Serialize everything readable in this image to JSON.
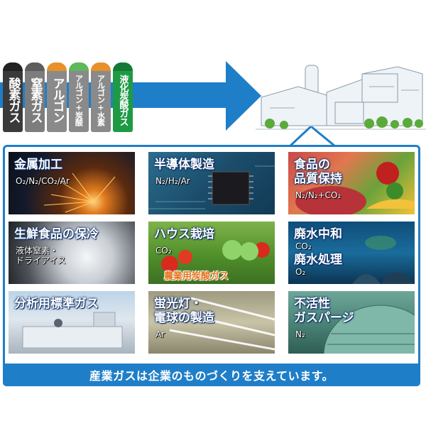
{
  "cylinders": [
    {
      "label": "酸素ガス",
      "body": "#3a3a3a",
      "band": "#222222",
      "size": "big"
    },
    {
      "label": "窒素ガス",
      "body": "#7d7d7d",
      "band": "#5e5e5e",
      "size": "big"
    },
    {
      "label": "アルゴン",
      "body": "#8a8a8a",
      "band": "#e8902a",
      "size": "big"
    },
    {
      "label": "アルゴン+炭酸",
      "body": "#8a8a8a",
      "band": "#5cb85c",
      "size": "small"
    },
    {
      "label": "アルゴン+水素",
      "body": "#8a8a8a",
      "band": "#e8902a",
      "size": "small"
    },
    {
      "label": "液化炭酸ガス",
      "body": "#1e9a45",
      "band": "#167a36",
      "size": "medium"
    }
  ],
  "tiles": [
    {
      "title": "金属加工",
      "sub": "O₂/N₂/CO₂/Ar"
    },
    {
      "title": "半導体製造",
      "sub": "N₂/H₂/Ar"
    },
    {
      "title": "食品の\n品質保持",
      "sub": "N₂/N₂+CO₂"
    },
    {
      "title": "生鮮食品の保冷",
      "sub": "液体窒素・\nドライアイス"
    },
    {
      "title": "ハウス栽培",
      "sub": "CO₂",
      "badge": "農業用炭酸ガス"
    },
    {
      "title": "廃水中和",
      "sub": "CO₂",
      "title2": "廃水処理",
      "sub2": "O₂"
    },
    {
      "title": "分析用標準ガス",
      "sub": ""
    },
    {
      "title": "蛍光灯・\n電球の製造",
      "sub": "Ar"
    },
    {
      "title": "不活性\nガスパージ",
      "sub": "N₂"
    }
  ],
  "banner": "産業ガスは企業のものづくりを支えています。"
}
